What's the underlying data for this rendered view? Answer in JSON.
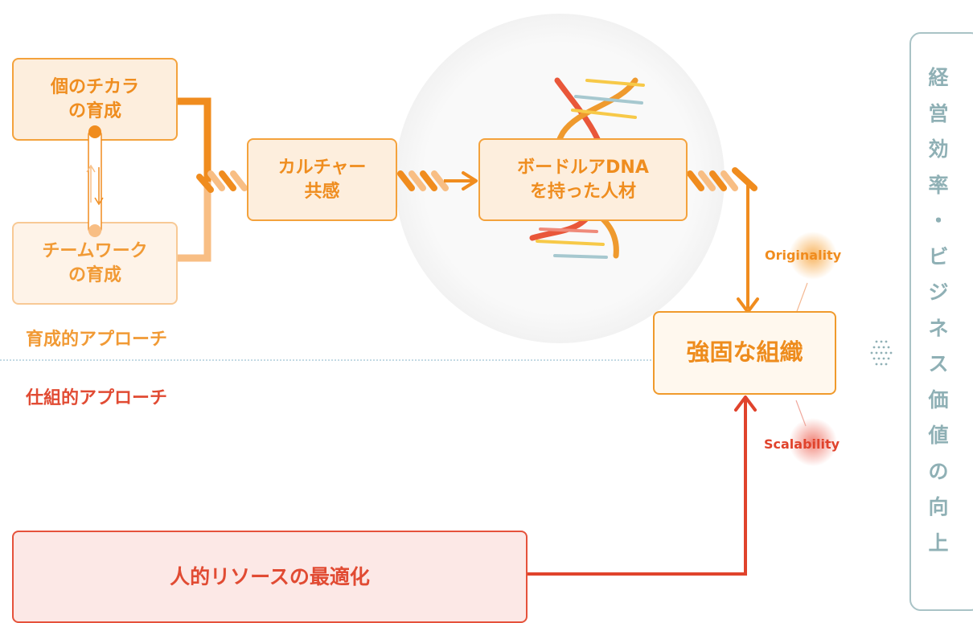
{
  "boxes": {
    "individual": [
      "個のチカラ",
      "の育成"
    ],
    "teamwork": [
      "チームワーク",
      "の育成"
    ],
    "culture": [
      "カルチャー",
      "共感"
    ],
    "dna": [
      "ボードルアDNA",
      "を持った人材"
    ],
    "strong_org": "強固な組織",
    "resource": "人的リソースの最適化"
  },
  "labels": {
    "nurturing_approach": "育成的アプローチ",
    "system_approach": "仕組的アプローチ",
    "originality": "Originality",
    "scalability": "Scalability"
  },
  "sidebar": {
    "text": [
      "経",
      "営",
      "効",
      "率",
      "・",
      "ビ",
      "ジ",
      "ネ",
      "ス",
      "価",
      "値",
      "の",
      "向",
      "上"
    ]
  },
  "colors": {
    "orange": "#f08c1e",
    "light_orange": "#f8be84",
    "red": "#e0432c",
    "sidebar": "#8fb0b5",
    "divider": "#9fc3d3"
  }
}
